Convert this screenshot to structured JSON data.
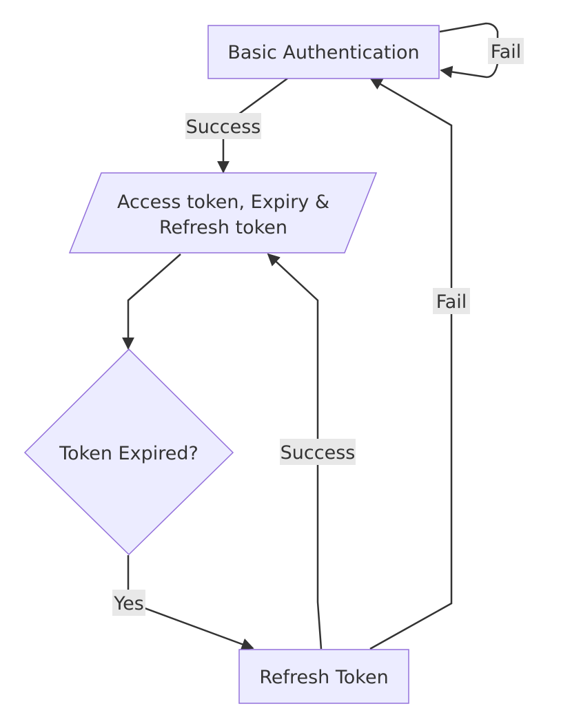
{
  "nodes": {
    "basic_auth": {
      "label": "Basic Authentication",
      "shape": "rectangle"
    },
    "tokens": {
      "line1": "Access token, Expiry &",
      "line2": "Refresh token",
      "shape": "parallelogram"
    },
    "token_expired": {
      "label": "Token Expired?",
      "shape": "diamond"
    },
    "refresh_token": {
      "label": "Refresh Token",
      "shape": "rectangle"
    }
  },
  "edges": {
    "auth_fail_loop": {
      "label": "Fail",
      "from": "Basic Authentication",
      "to": "Basic Authentication"
    },
    "auth_success": {
      "label": "Success",
      "from": "Basic Authentication",
      "to": "Access token, Expiry & Refresh token"
    },
    "tokens_to_check": {
      "label": "",
      "from": "Access token, Expiry & Refresh token",
      "to": "Token Expired?"
    },
    "expired_yes": {
      "label": "Yes",
      "from": "Token Expired?",
      "to": "Refresh Token"
    },
    "refresh_success": {
      "label": "Success",
      "from": "Refresh Token",
      "to": "Access token, Expiry & Refresh token"
    },
    "refresh_fail": {
      "label": "Fail",
      "from": "Refresh Token",
      "to": "Basic Authentication"
    }
  },
  "colors": {
    "node_fill": "#ececff",
    "node_stroke": "#9370db",
    "edge": "#333333",
    "label_background": "#e8e8e8"
  }
}
